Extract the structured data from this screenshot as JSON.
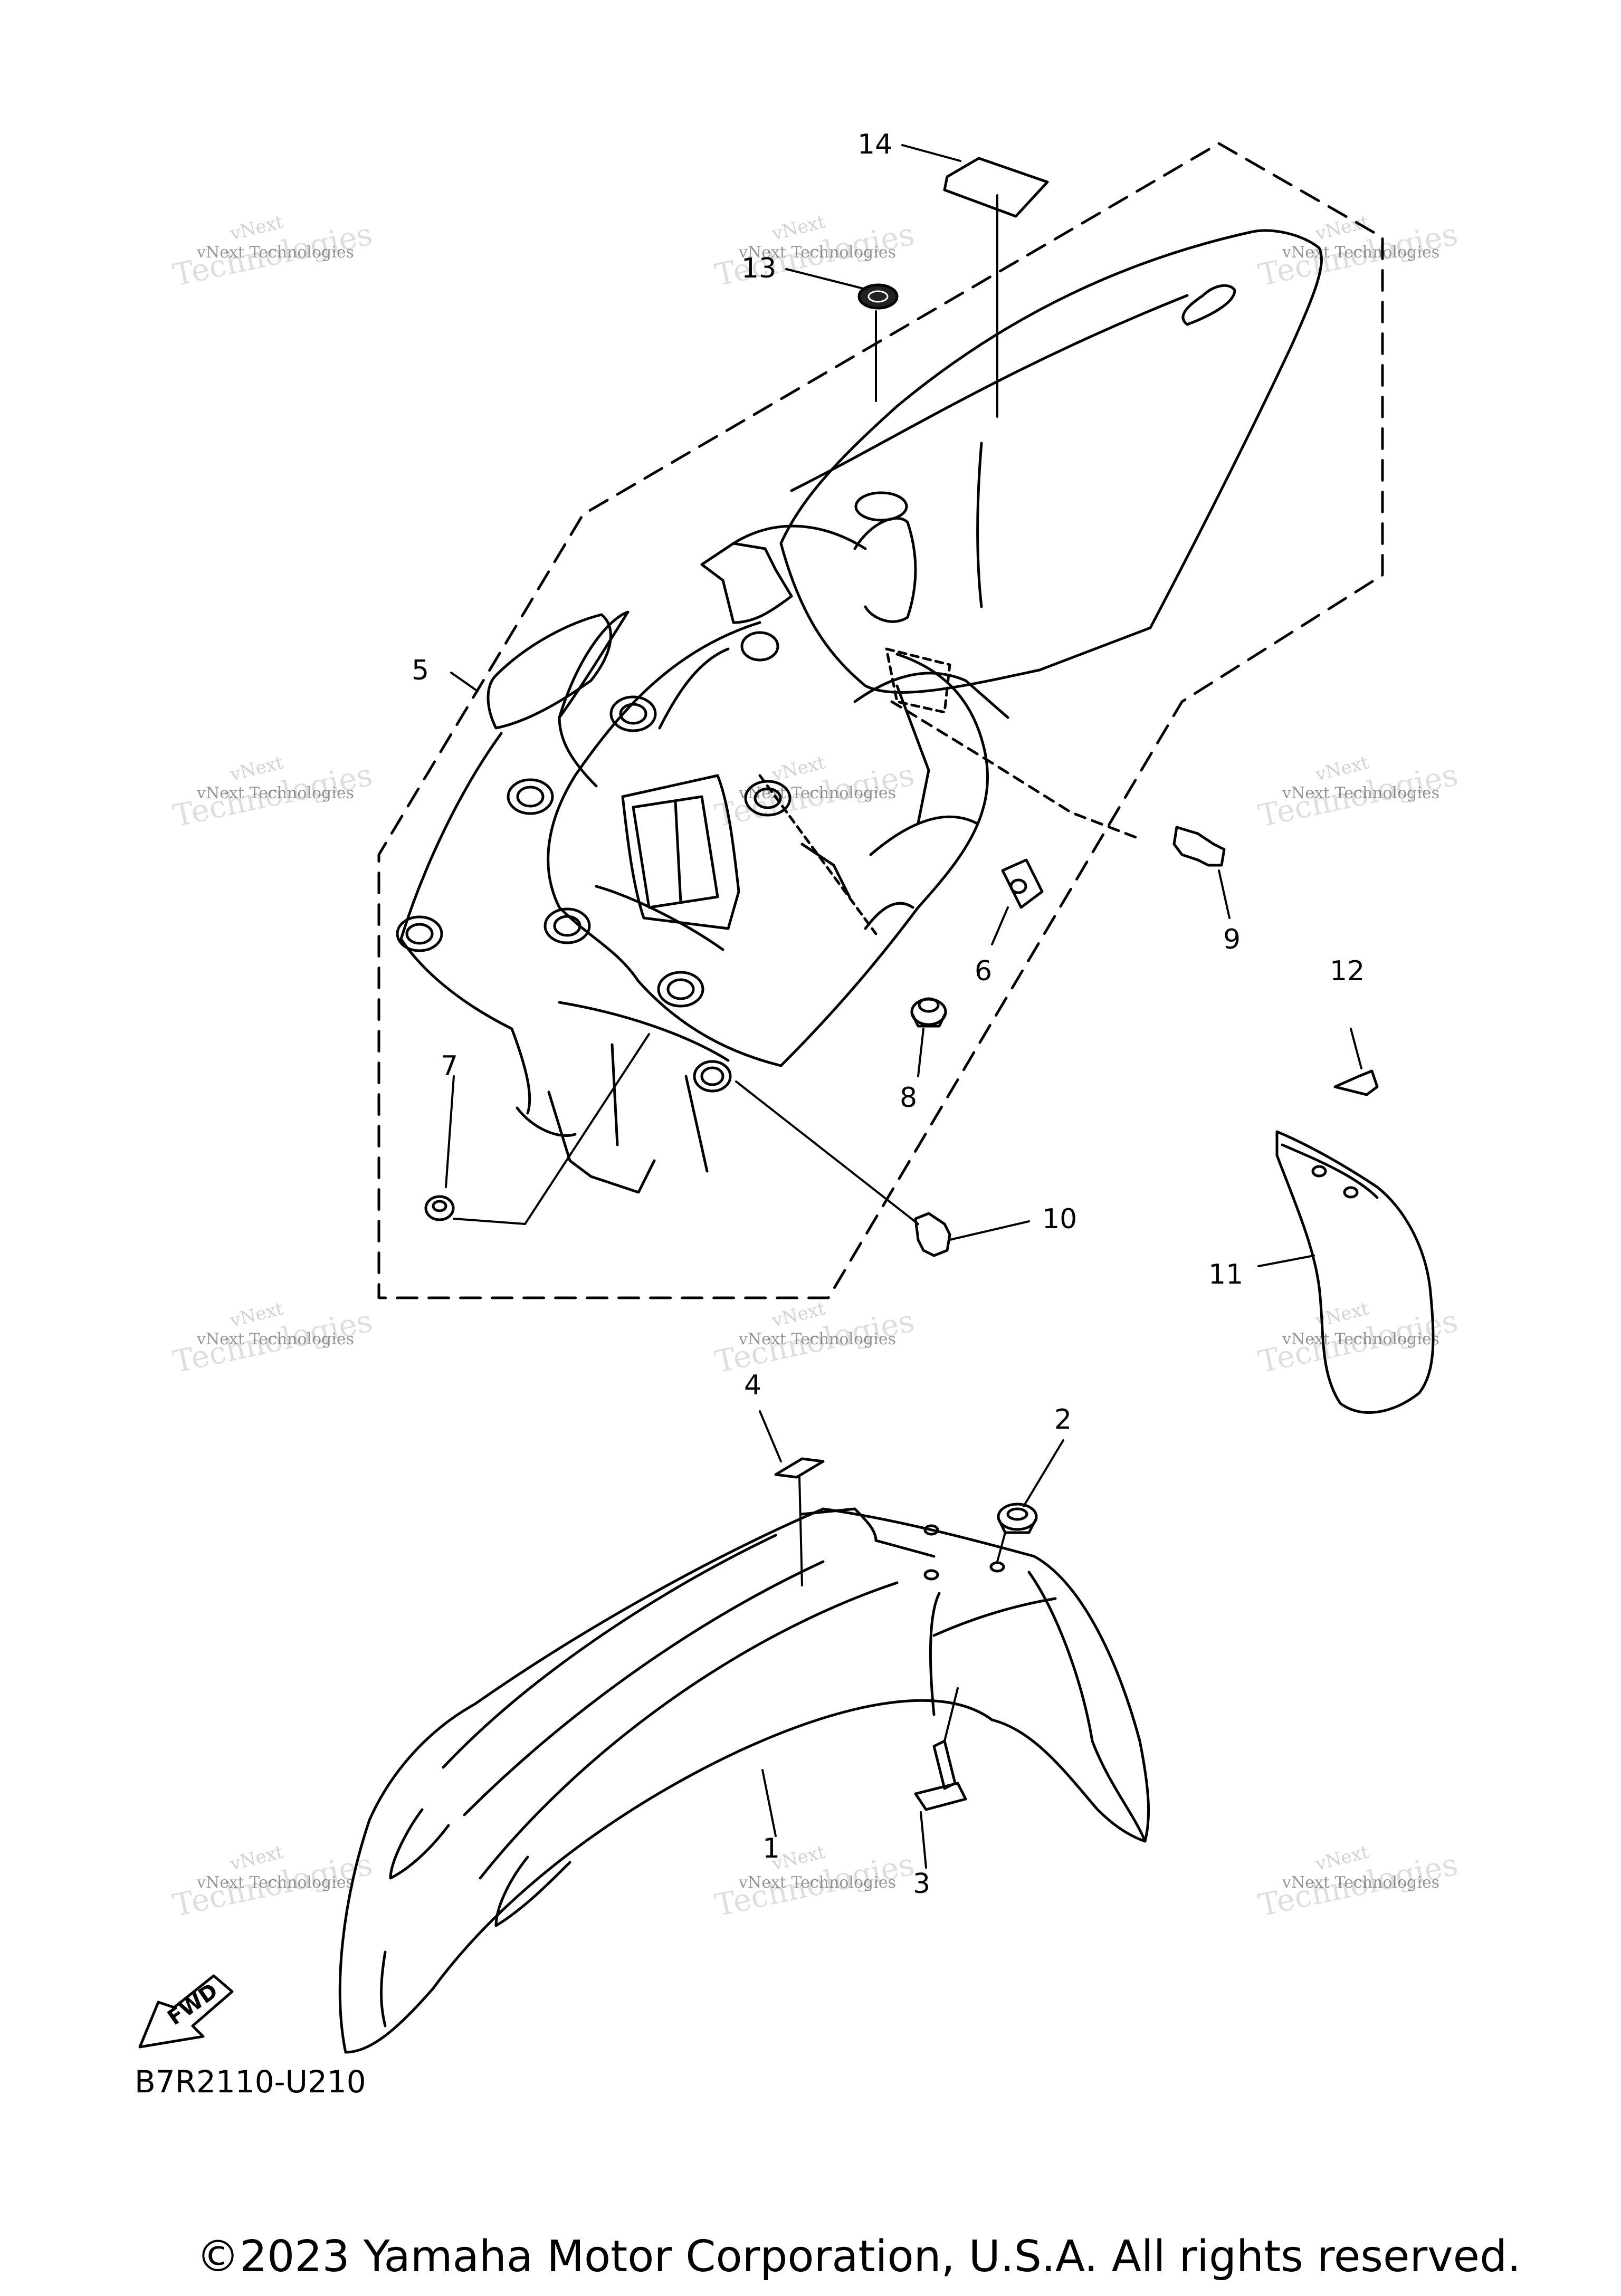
{
  "callouts": [
    {
      "id": "1",
      "label": "1",
      "part": "front-fender"
    },
    {
      "id": "2",
      "label": "2",
      "part": "grommet"
    },
    {
      "id": "3",
      "label": "3",
      "part": "bolt"
    },
    {
      "id": "4",
      "label": "4",
      "part": "label"
    },
    {
      "id": "5",
      "label": "5",
      "part": "rear-fender-assembly"
    },
    {
      "id": "6",
      "label": "6",
      "part": "nut"
    },
    {
      "id": "7",
      "label": "7",
      "part": "damper"
    },
    {
      "id": "8",
      "label": "8",
      "part": "grommet"
    },
    {
      "id": "9",
      "label": "9",
      "part": "bolt"
    },
    {
      "id": "10",
      "label": "10",
      "part": "bolt"
    },
    {
      "id": "11",
      "label": "11",
      "part": "mud-flap"
    },
    {
      "id": "12",
      "label": "12",
      "part": "rivet"
    },
    {
      "id": "13",
      "label": "13",
      "part": "emblem"
    },
    {
      "id": "14",
      "label": "14",
      "part": "label"
    }
  ],
  "fwd_label": "FWD",
  "diagram_code": "B7R2110-U210",
  "copyright": "©2023 Yamaha Motor Corporation, U.S.A. All rights reserved.",
  "watermark": {
    "line1": "vNext",
    "line2": "vNext Technologies",
    "line3": "Technologies"
  }
}
